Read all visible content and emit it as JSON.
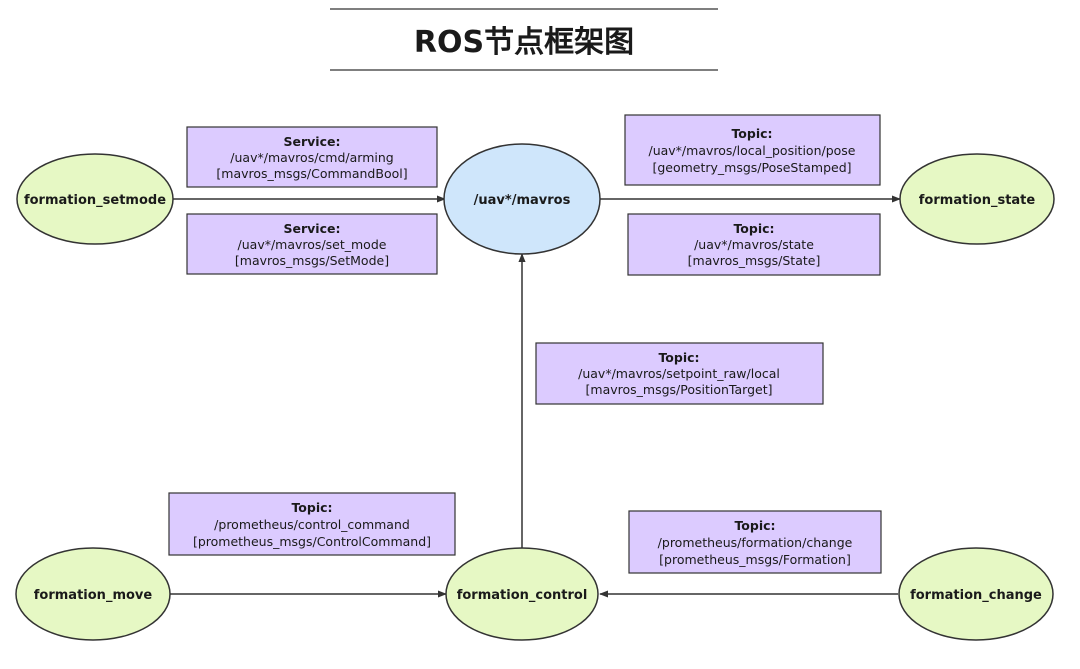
{
  "title": "ROS节点框架图",
  "colors": {
    "leaf_node_fill": "#e6f8c4",
    "center_node_fill": "#cfe6fb",
    "label_fill": "#dccbff",
    "stroke": "#333333"
  },
  "nodes": {
    "setmode": "formation_setmode",
    "mavros": "/uav*/mavros",
    "state": "formation_state",
    "move": "formation_move",
    "control": "formation_control",
    "change": "formation_change"
  },
  "labels": {
    "arming": {
      "kind": "Service:",
      "name": "/uav*/mavros/cmd/arming",
      "type": "[mavros_msgs/CommandBool]"
    },
    "set_mode": {
      "kind": "Service:",
      "name": "/uav*/mavros/set_mode",
      "type": "[mavros_msgs/SetMode]"
    },
    "local_pose": {
      "kind": "Topic:",
      "name": "/uav*/mavros/local_position/pose",
      "type": "[geometry_msgs/PoseStamped]"
    },
    "state": {
      "kind": "Topic:",
      "name": "/uav*/mavros/state",
      "type": "[mavros_msgs/State]"
    },
    "setpoint": {
      "kind": "Topic:",
      "name": "/uav*/mavros/setpoint_raw/local",
      "type": "[mavros_msgs/PositionTarget]"
    },
    "control_command": {
      "kind": "Topic:",
      "name": "/prometheus/control_command",
      "type": "[prometheus_msgs/ControlCommand]"
    },
    "formation_change": {
      "kind": "Topic:",
      "name": "/prometheus/formation/change",
      "type": "[prometheus_msgs/Formation]"
    }
  }
}
